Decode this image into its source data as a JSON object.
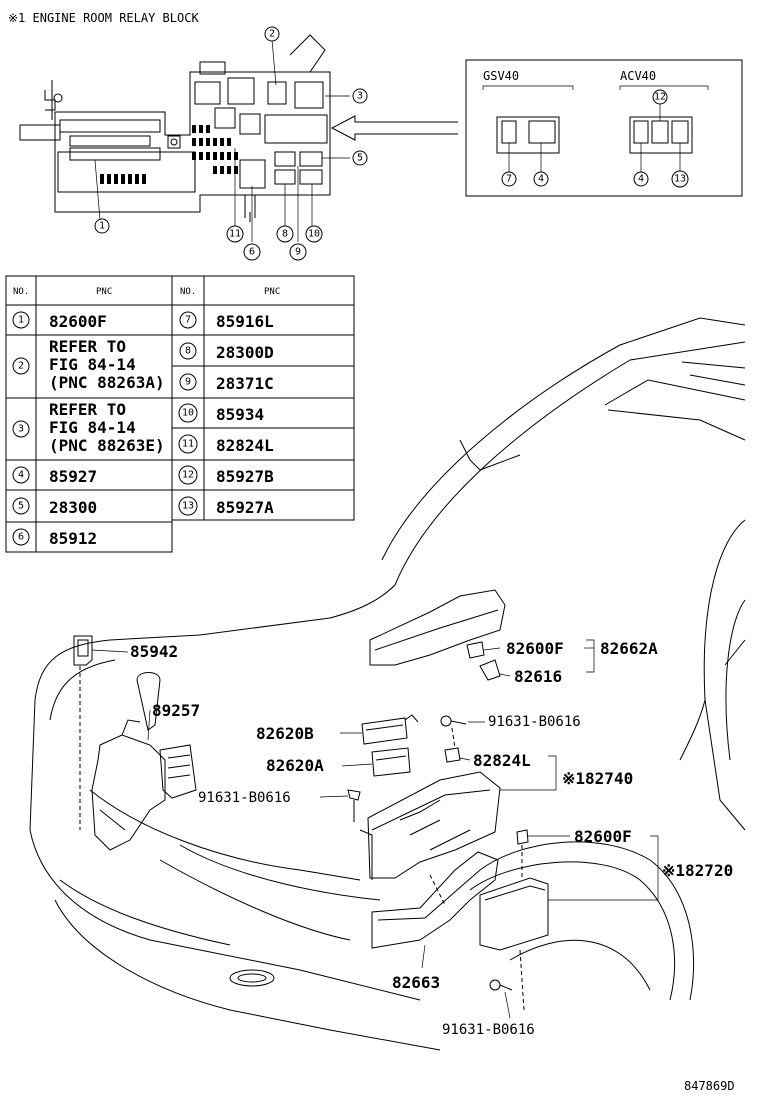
{
  "relay_block": {
    "title": "※1 ENGINE ROOM RELAY BLOCK",
    "variant_left": "GSV40",
    "variant_right": "ACV40",
    "markers": [
      "1",
      "2",
      "3",
      "4",
      "5",
      "6",
      "7",
      "8",
      "9",
      "10",
      "11",
      "12",
      "13"
    ]
  },
  "parts_table": {
    "headers": {
      "no_left": "NO.",
      "pnc_left": "PNC",
      "no_right": "NO.",
      "pnc_right": "PNC"
    },
    "left": [
      {
        "no": "1",
        "pnc": [
          "82600F"
        ]
      },
      {
        "no": "2",
        "pnc": [
          "REFER TO",
          "FIG 84-14",
          "(PNC 88263A)"
        ]
      },
      {
        "no": "3",
        "pnc": [
          "REFER TO",
          "FIG 84-14",
          "(PNC 88263E)"
        ]
      },
      {
        "no": "4",
        "pnc": [
          "85927"
        ]
      },
      {
        "no": "5",
        "pnc": [
          "28300"
        ]
      },
      {
        "no": "6",
        "pnc": [
          "85912"
        ]
      }
    ],
    "right": [
      {
        "no": "7",
        "pnc": "85916L"
      },
      {
        "no": "8",
        "pnc": "28300D"
      },
      {
        "no": "9",
        "pnc": "28371C"
      },
      {
        "no": "10",
        "pnc": "85934"
      },
      {
        "no": "11",
        "pnc": "82824L"
      },
      {
        "no": "12",
        "pnc": "85927B"
      },
      {
        "no": "13",
        "pnc": "85927A"
      }
    ]
  },
  "callouts": {
    "p85942": "85942",
    "p89257": "89257",
    "p82600F_top": "82600F",
    "p82662A": "82662A",
    "p82616": "82616",
    "p82620B": "82620B",
    "p91631_top": "91631-B0616",
    "p82620A": "82620A",
    "p82824L": "82824L",
    "p182740": "※182740",
    "p91631_left": "91631-B0616",
    "p82600F_mid": "82600F",
    "p182720": "※182720",
    "p82663": "82663",
    "p91631_bottom": "91631-B0616"
  },
  "figure_id": "847869D"
}
